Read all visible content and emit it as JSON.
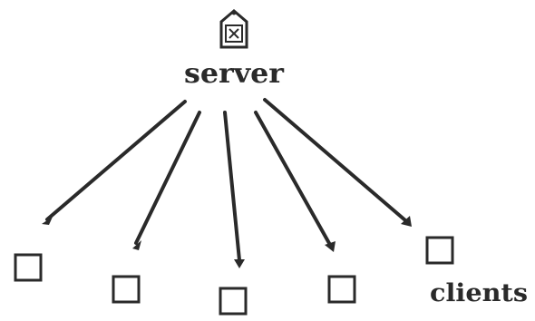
{
  "diagram": {
    "server": {
      "label": "server",
      "icon": "server-icon"
    },
    "clients": {
      "label": "clients",
      "count": 5,
      "icon": "client-box-icon"
    },
    "connections": {
      "count": 5,
      "direction": "server-to-client"
    },
    "colors": {
      "stroke": "#2a2a2a",
      "background": "#ffffff"
    }
  }
}
